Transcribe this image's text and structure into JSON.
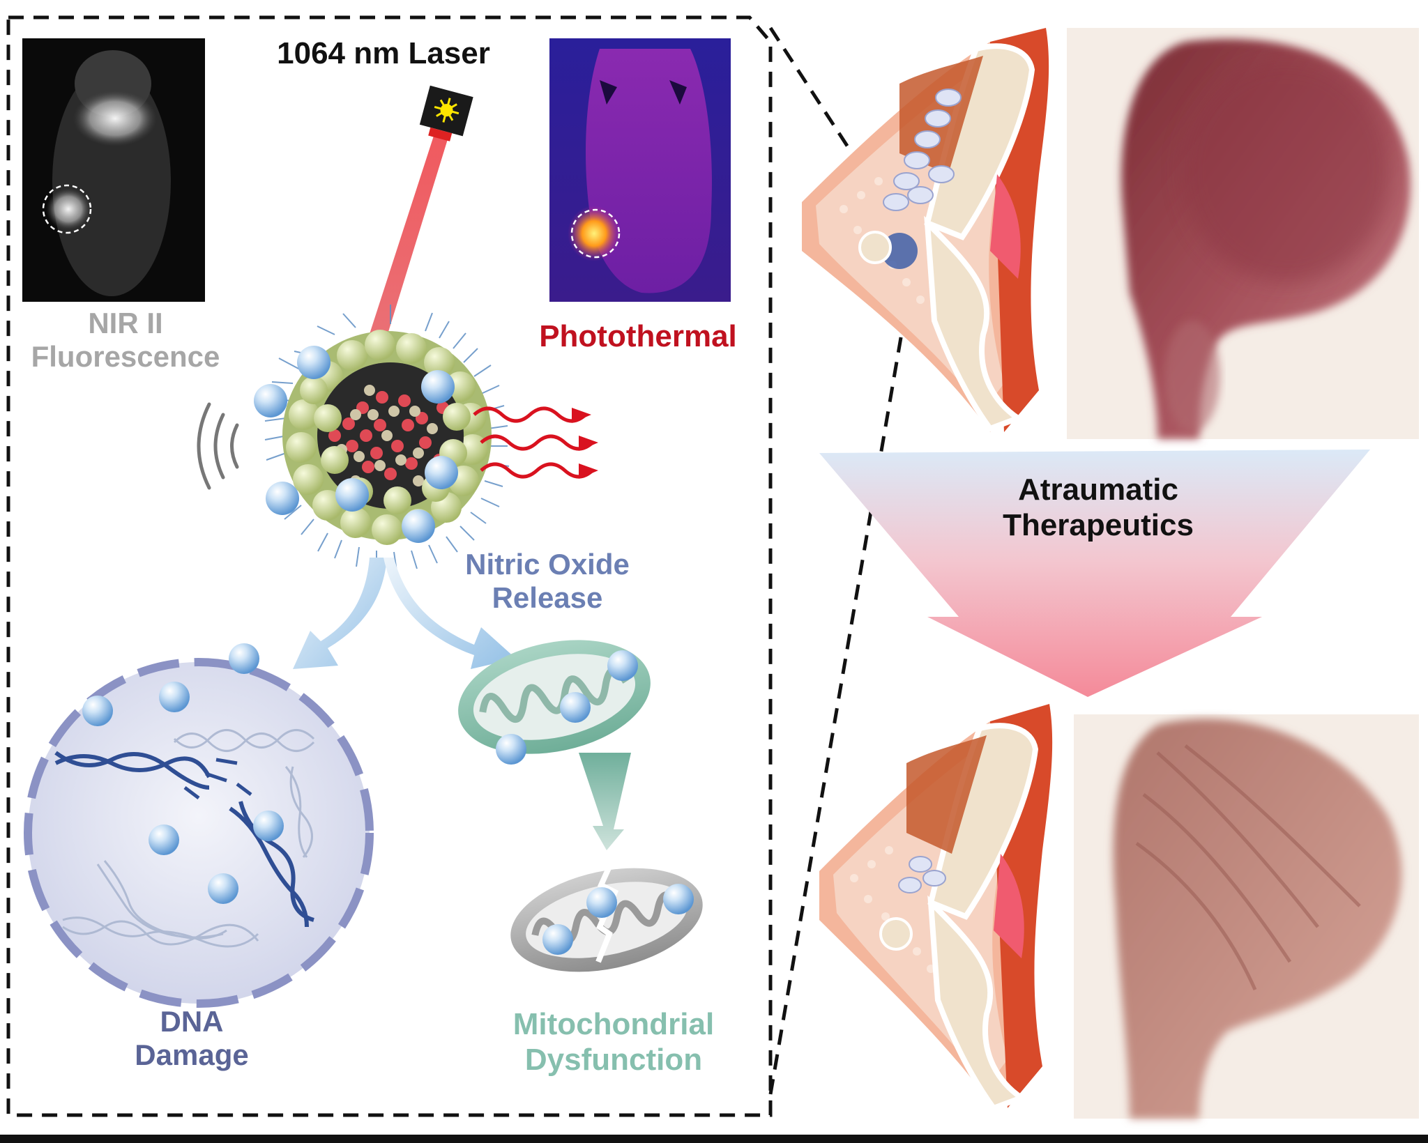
{
  "laser_label": "1064 nm Laser",
  "nir_label_line1": "NIR II",
  "nir_label_line2": "Fluorescence",
  "photothermal_label": "Photothermal",
  "no_release_line1": "Nitric Oxide",
  "no_release_line2": "Release",
  "dna_label_line1": "DNA",
  "dna_label_line2": "Damage",
  "mito_label_line1": "Mitochondrial",
  "mito_label_line2": "Dysfunction",
  "therapy_line1": "Atraumatic",
  "therapy_line2": "Therapeutics",
  "colors": {
    "nir_text": "#a6a6a6",
    "photothermal_text": "#c0111f",
    "no_text": "#6b7fb3",
    "dna_text": "#5a6496",
    "mito_text": "#86bfae",
    "therapy_text": "#111111",
    "laser_beam": "#e8555a",
    "heat_wave": "#d9121f"
  }
}
